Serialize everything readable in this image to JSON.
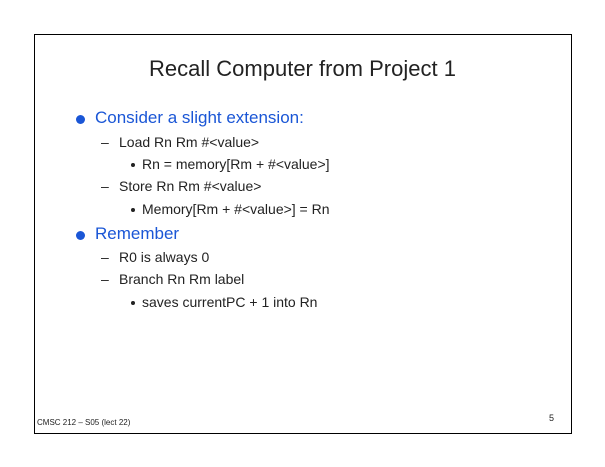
{
  "slide": {
    "title": "Recall Computer from Project 1",
    "bullets": [
      {
        "text": "Consider a slight extension:",
        "subitems": [
          {
            "text": "Load Rn Rm #<value>",
            "subsub": "Rn = memory[Rm + #<value>]"
          },
          {
            "text": "Store Rn Rm #<value>",
            "subsub": "Memory[Rm + #<value>] = Rn"
          }
        ]
      },
      {
        "text": "Remember",
        "subitems": [
          {
            "text": "R0 is always 0"
          },
          {
            "text": "Branch Rn Rm label",
            "subsub": "saves currentPC + 1 into Rn"
          }
        ]
      }
    ],
    "dash_glyph": "–",
    "footer": "CMSC 212 – S05 (lect 22)",
    "page_number": "5"
  }
}
